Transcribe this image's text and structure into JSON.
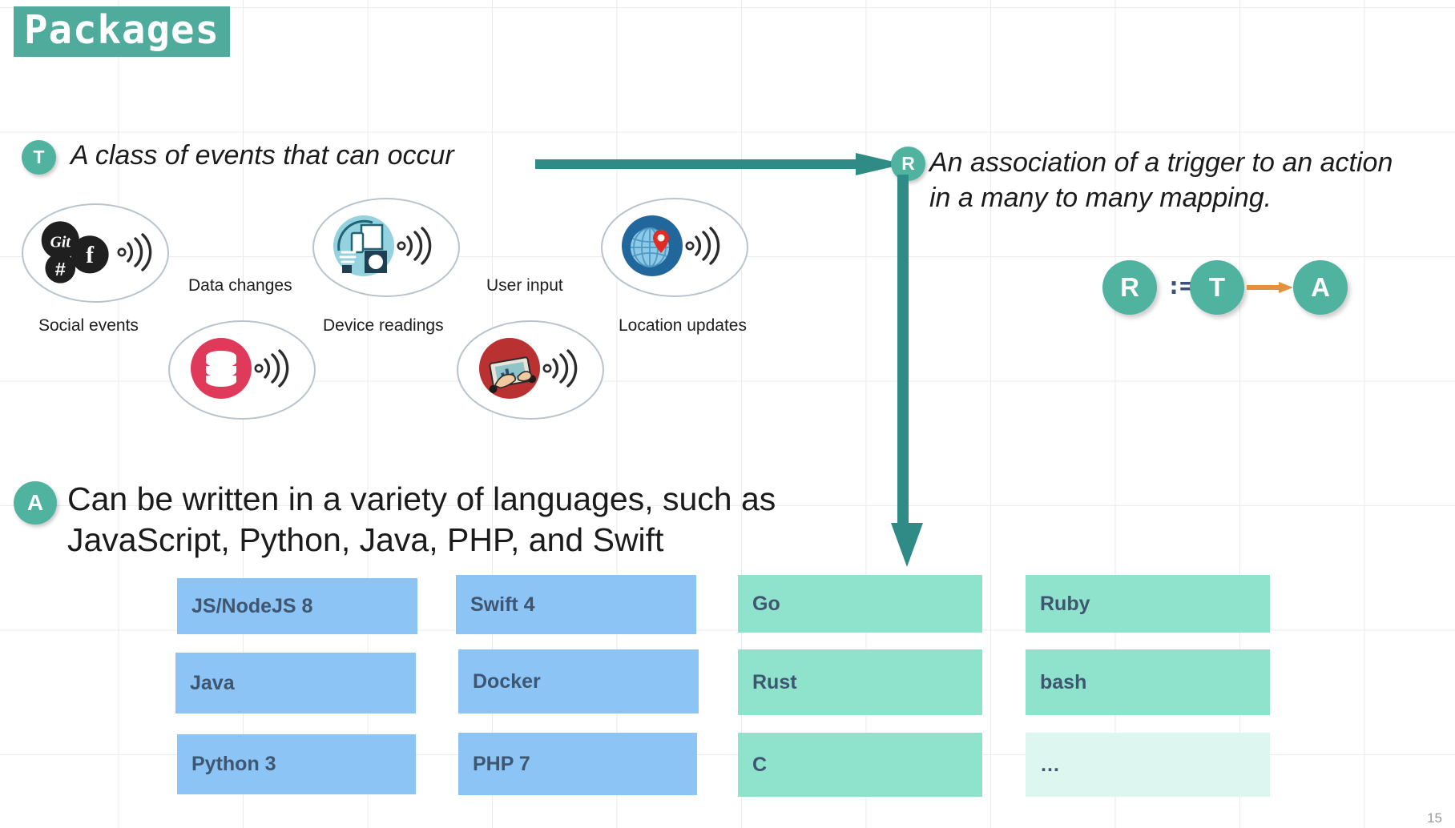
{
  "slide": {
    "title": "Packages",
    "page_number": "15",
    "accent_teal": "#4fb3a0",
    "title_bg": "#4fab9b",
    "arrow_teal": "#2f8b85",
    "formula_arrow_orange": "#e3913f",
    "assign_color": "#3d4f7c",
    "lang_blue": "#8cc4f5",
    "lang_mint": "#8fe3cd",
    "lang_mint_pale": "#ddf6f0",
    "lang_text": "#3f5670"
  },
  "concepts": [
    {
      "id": "trigger",
      "badge": "T",
      "text": "A class of events that can occur"
    },
    {
      "id": "rule",
      "badge": "R",
      "text": "An association of a trigger to an action\nin a many to many mapping."
    },
    {
      "id": "action",
      "badge": "A",
      "text": "Can be written in a variety of languages, such as\nJavaScript, Python, Java, PHP, and Swift"
    }
  ],
  "formula": {
    "left": "R",
    "assign": ":=",
    "middle": "T",
    "right": "A",
    "arrow": "arrow-right-icon"
  },
  "triggers": [
    {
      "label": "Social events",
      "icon": "social-events-icon"
    },
    {
      "label": "Data changes",
      "icon": "database-icon"
    },
    {
      "label": "Device readings",
      "icon": "devices-icon"
    },
    {
      "label": "User input",
      "icon": "tablet-user-icon"
    },
    {
      "label": "Location updates",
      "icon": "globe-pin-icon"
    }
  ],
  "languages": {
    "columns": [
      {
        "style": "blue",
        "items": [
          "JS/NodeJS 8",
          "Java",
          "Python 3"
        ]
      },
      {
        "style": "blue",
        "items": [
          "Swift 4",
          "Docker",
          "PHP 7"
        ]
      },
      {
        "style": "mint",
        "items": [
          "Go",
          "Rust",
          "C"
        ]
      },
      {
        "style": "mint",
        "items": [
          "Ruby",
          "bash",
          "…"
        ]
      }
    ]
  }
}
